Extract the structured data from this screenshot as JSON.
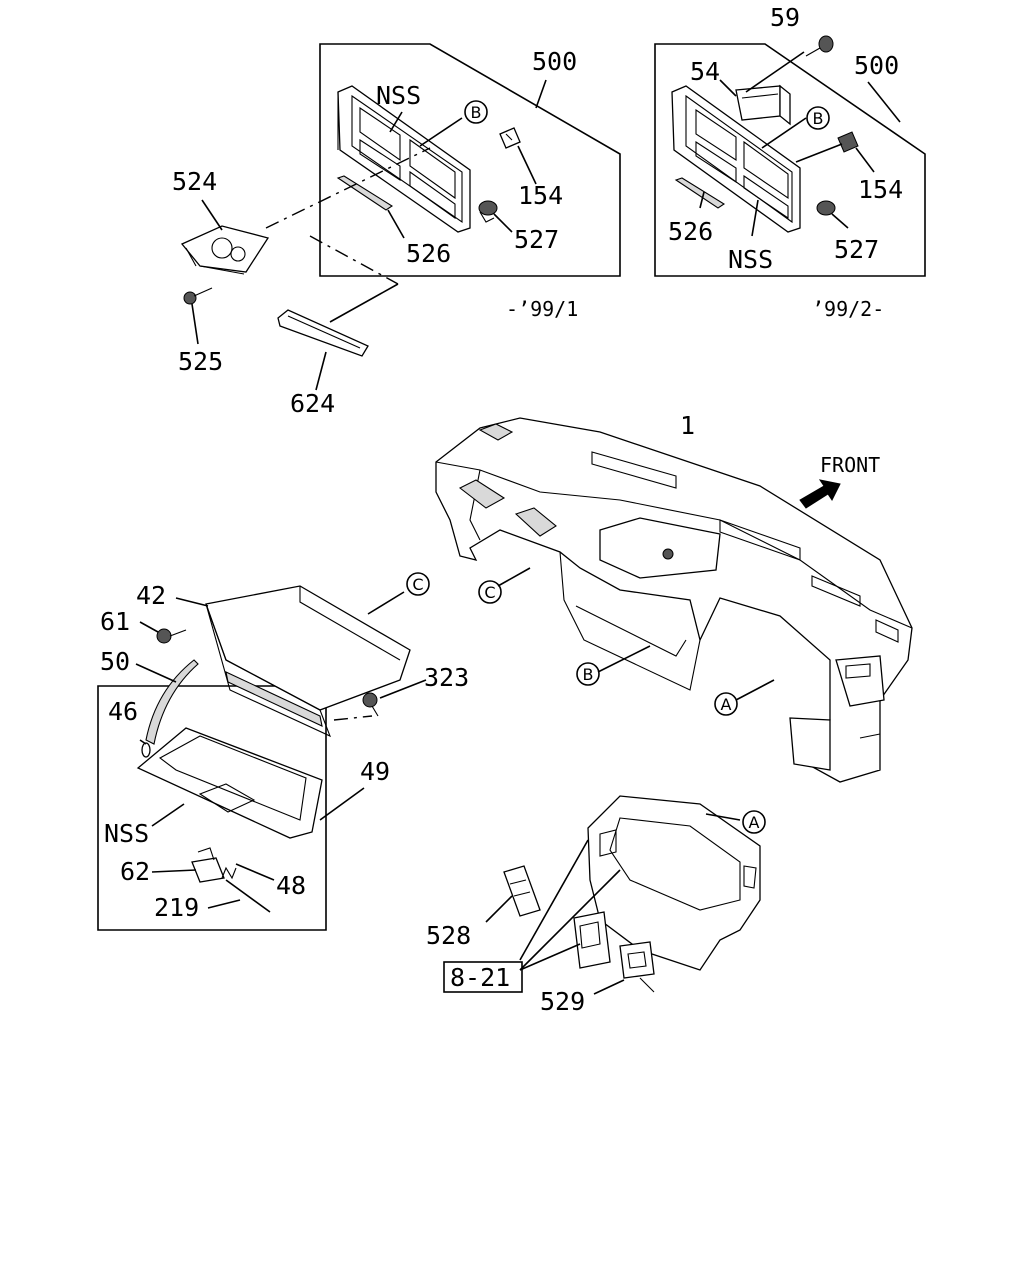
{
  "callouts": {
    "c500_left": "500",
    "nss_left_top": "NSS",
    "c154_left": "154",
    "c527_left": "527",
    "c526_left": "526",
    "c524": "524",
    "c525": "525",
    "c624": "624",
    "date_left": "-’99/1",
    "c59": "59",
    "c54": "54",
    "c500_right": "500",
    "c154_right": "154",
    "c526_right": "526",
    "nss_right": "NSS",
    "c527_right": "527",
    "date_right": "’99/2-",
    "c1": "1",
    "front": "FRONT",
    "c42": "42",
    "c61": "61",
    "c50": "50",
    "c46": "46",
    "c323": "323",
    "c49": "49",
    "nss_glovebox": "NSS",
    "c62": "62",
    "c48": "48",
    "c219": "219",
    "c528": "528",
    "ref_8_21": "8-21",
    "c529": "529"
  },
  "markers": {
    "b_left": "B",
    "b_right": "B",
    "c_glovebox": "C",
    "c_dash": "C",
    "b_dash": "B",
    "a_dash": "A",
    "a_cluster": "A"
  }
}
